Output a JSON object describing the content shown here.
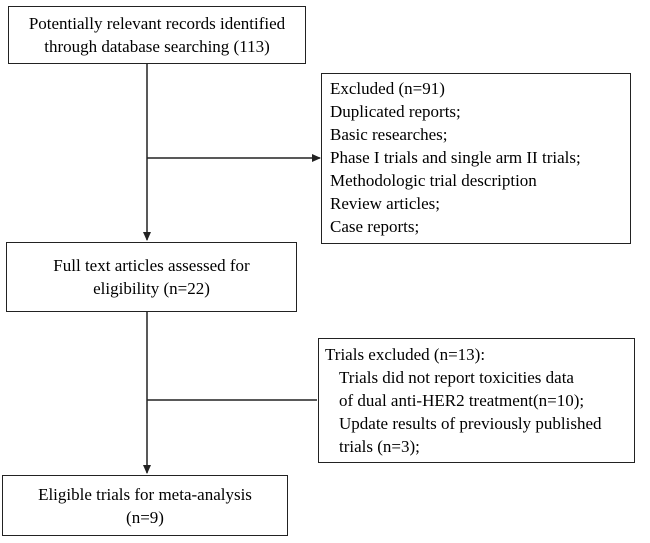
{
  "flowchart": {
    "identified": {
      "lines": [
        "Potentially relevant records identified",
        "through database searching (113)"
      ]
    },
    "excluded_1": {
      "lines": [
        "Excluded (n=91)",
        "Duplicated reports;",
        "Basic researches;",
        "Phase I trials and single arm II trials;",
        "Methodologic trial description",
        "Review articles;",
        "Case reports;"
      ]
    },
    "full_text": {
      "lines": [
        "Full text articles assessed for",
        "eligibility  (n=22)"
      ]
    },
    "excluded_2": {
      "lines": [
        "Trials excluded (n=13):",
        "Trials did not report toxicities data",
        "of dual anti-HER2 treatment(n=10);",
        "Update results of previously published",
        "trials (n=3);"
      ]
    },
    "eligible": {
      "lines": [
        "Eligible  trials for meta-analysis",
        "(n=9)"
      ]
    }
  }
}
